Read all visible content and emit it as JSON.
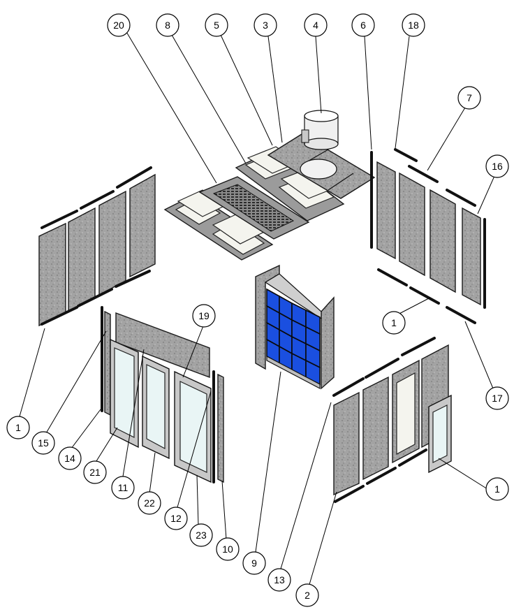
{
  "diagram": {
    "type": "exploded-assembly",
    "colors": {
      "panel": "#9b9b9b",
      "filter": "#1a4fe0",
      "outline": "#1a1a1a",
      "glass": "#e9f5f5"
    },
    "callouts": [
      "20",
      "8",
      "5",
      "3",
      "4",
      "6",
      "18",
      "7",
      "16",
      "1",
      "17",
      "1",
      "15",
      "14",
      "21",
      "11",
      "22",
      "12",
      "23",
      "10",
      "9",
      "13",
      "2",
      "19",
      "1"
    ]
  }
}
